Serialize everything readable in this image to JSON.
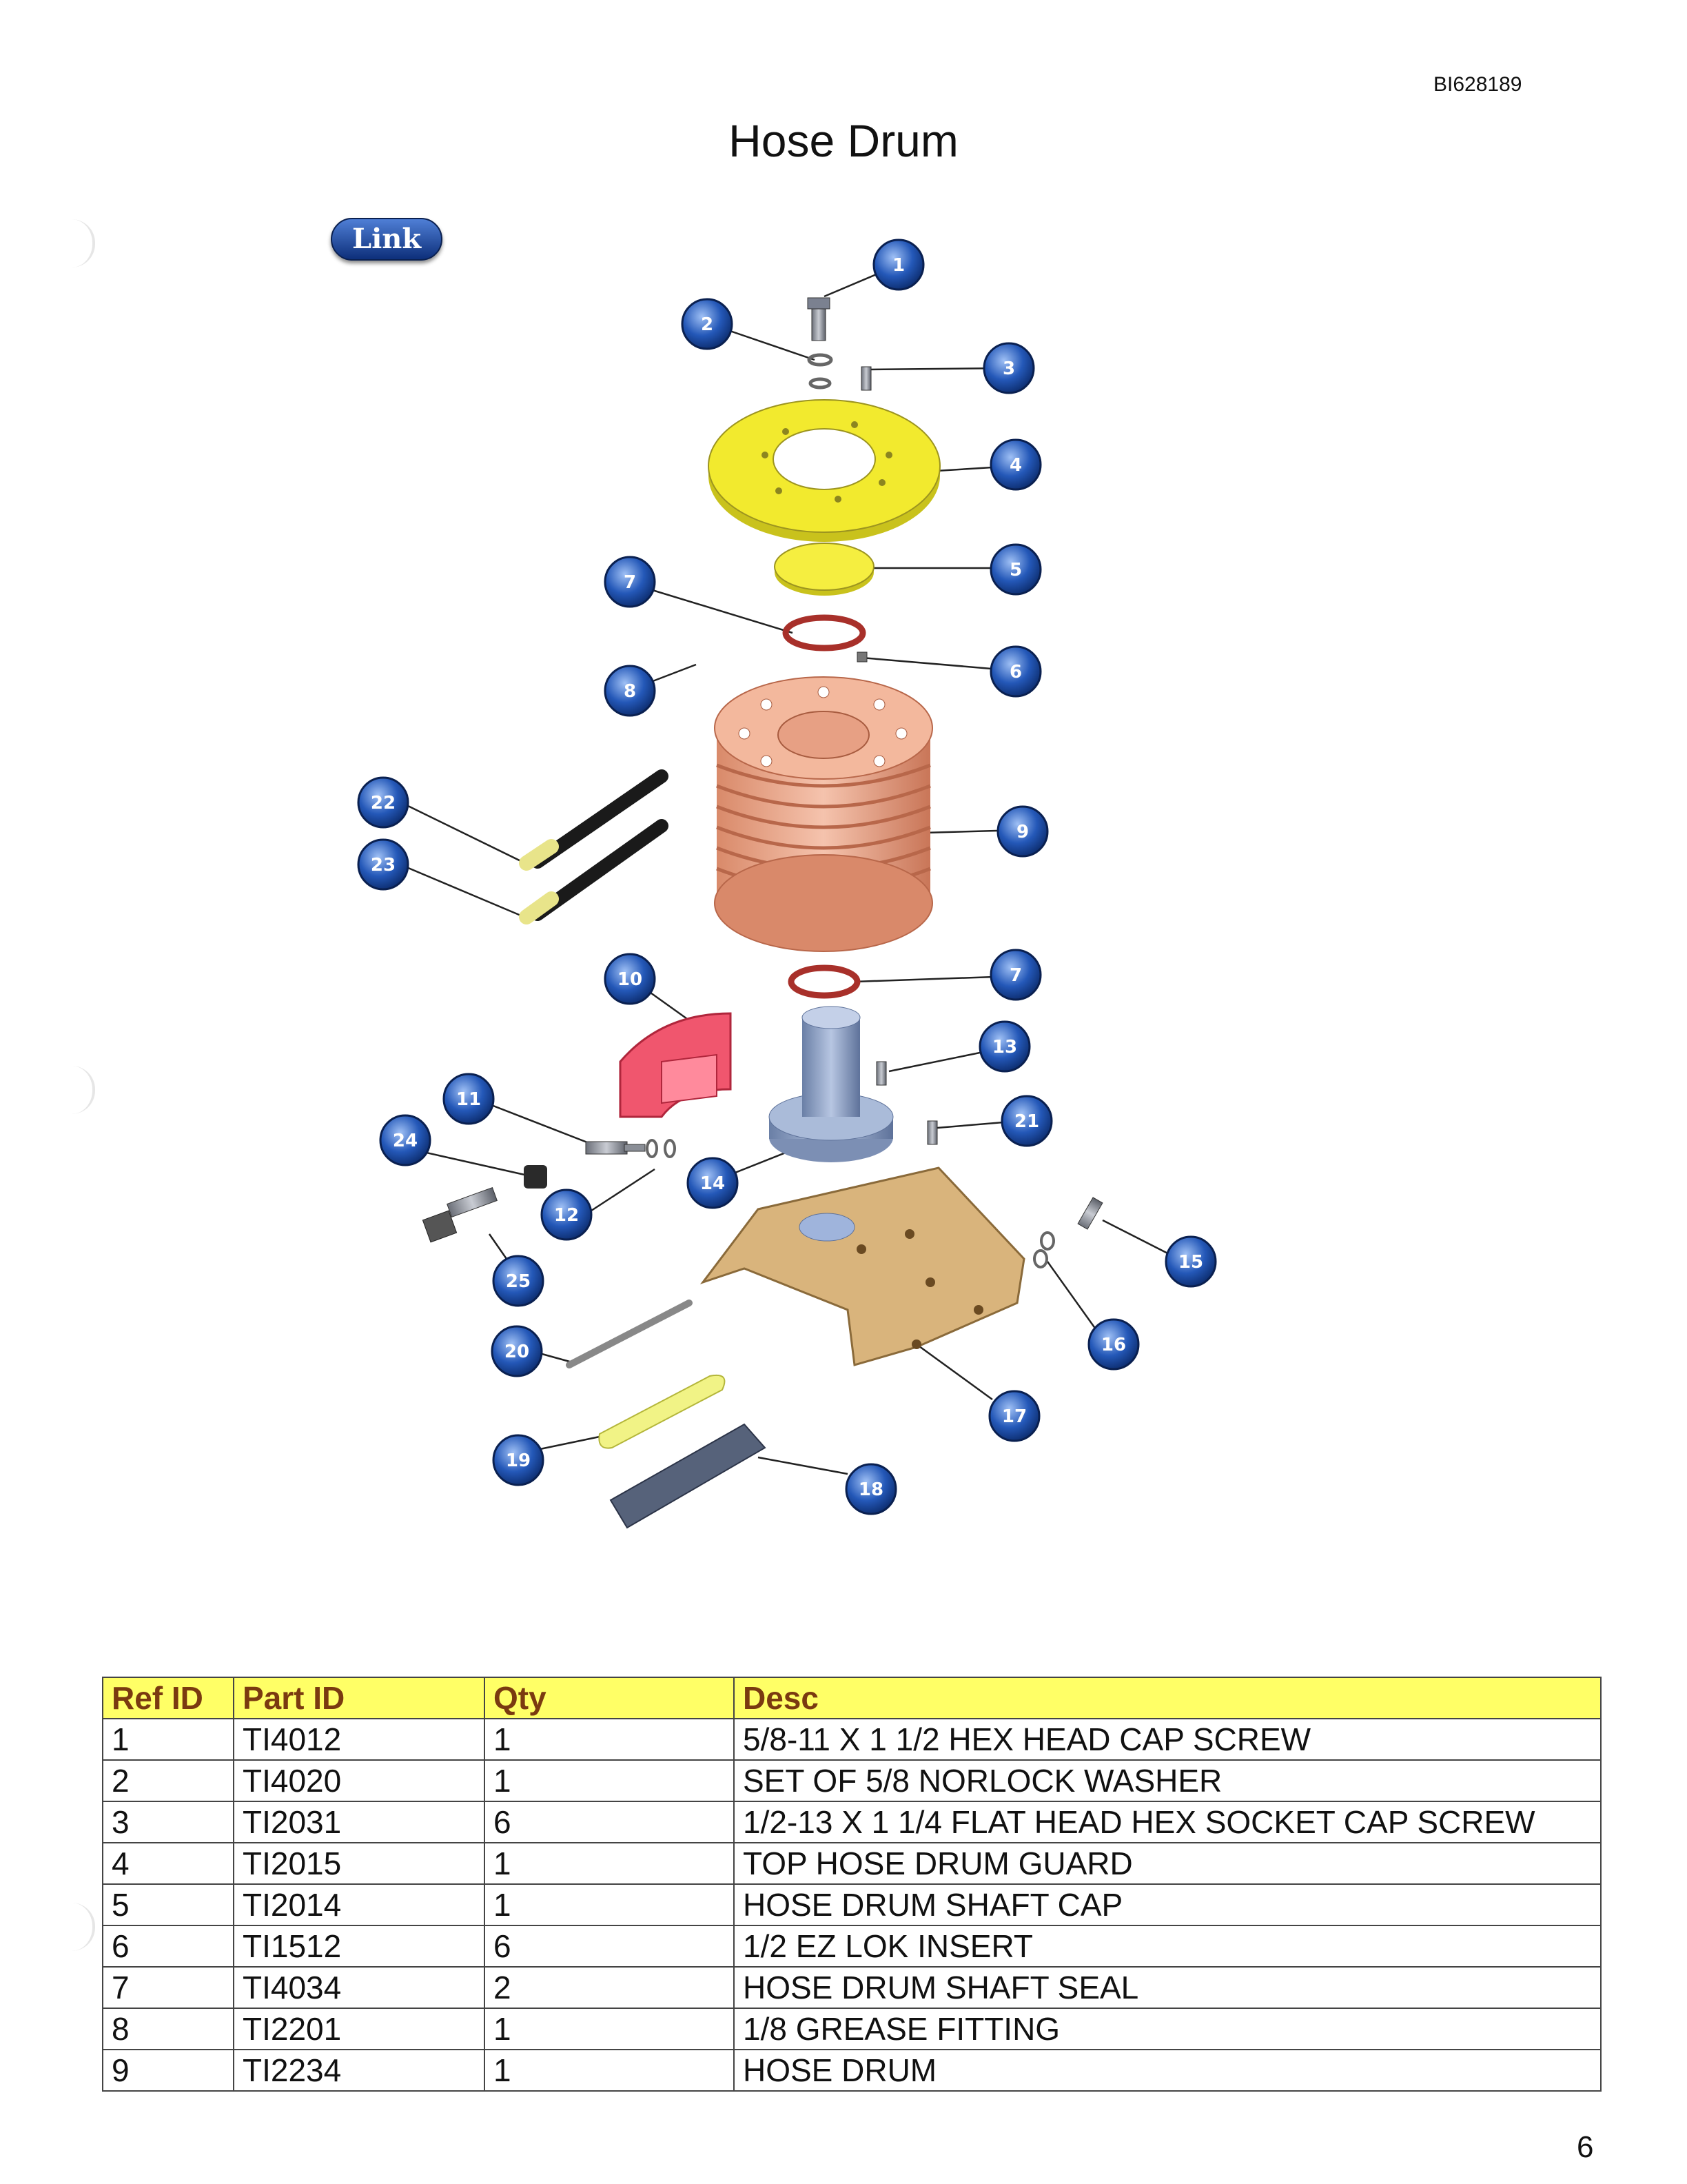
{
  "doc_id": "BI628189",
  "title": "Hose Drum",
  "link_label": "Link",
  "callouts": [
    "1",
    "2",
    "3",
    "4",
    "5",
    "6",
    "7",
    "7",
    "8",
    "9",
    "10",
    "11",
    "12",
    "13",
    "14",
    "15",
    "16",
    "17",
    "18",
    "19",
    "20",
    "21",
    "22",
    "23",
    "24",
    "25"
  ],
  "colors": {
    "table_header_bg": "#ffff66",
    "table_header_text": "#7a3a10",
    "callout_blue": "#1c4fa8",
    "guard_yellow": "#f2ea2e",
    "drum_copper": "#e9a889",
    "seal_red": "#a8302a",
    "guard_pink": "#f0566e",
    "base_tan": "#d9b47c",
    "shaft_blue": "#8aa0c4"
  },
  "table": {
    "headers": [
      "Ref ID",
      "Part ID",
      "Qty",
      "Desc"
    ],
    "rows": [
      [
        "1",
        "TI4012",
        "1",
        "5/8-11 X 1 1/2 HEX HEAD CAP SCREW"
      ],
      [
        "2",
        "TI4020",
        "1",
        "SET OF 5/8 NORLOCK WASHER"
      ],
      [
        "3",
        "TI2031",
        "6",
        "1/2-13 X 1 1/4 FLAT HEAD HEX SOCKET CAP SCREW"
      ],
      [
        "4",
        "TI2015",
        "1",
        "TOP HOSE DRUM GUARD"
      ],
      [
        "5",
        "TI2014",
        "1",
        "HOSE DRUM SHAFT CAP"
      ],
      [
        "6",
        "TI1512",
        "6",
        "1/2 EZ LOK INSERT"
      ],
      [
        "7",
        "TI4034",
        "2",
        "HOSE DRUM SHAFT SEAL"
      ],
      [
        "8",
        "TI2201",
        "1",
        "1/8 GREASE FITTING"
      ],
      [
        "9",
        "TI2234",
        "1",
        "HOSE DRUM"
      ]
    ]
  },
  "page_number": "6"
}
